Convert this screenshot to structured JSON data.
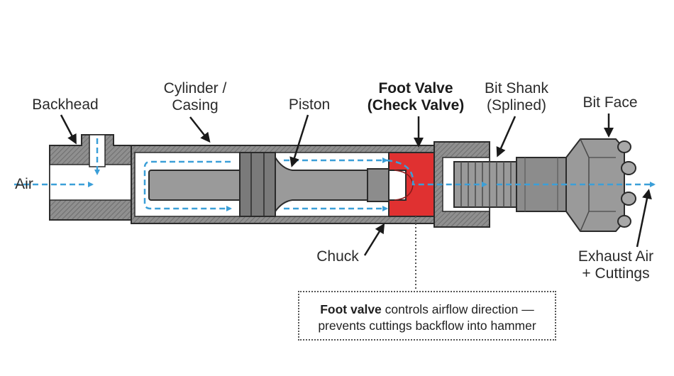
{
  "labels": {
    "air": "Air",
    "backhead": "Backhead",
    "cylinder_line1": "Cylinder /",
    "cylinder_line2": "Casing",
    "piston": "Piston",
    "foot_valve_line1": "Foot Valve",
    "foot_valve_line2": "(Check Valve)",
    "bit_shank_line1": "Bit Shank",
    "bit_shank_line2": "(Splined)",
    "bit_face": "Bit Face",
    "chuck": "Chuck",
    "exhaust_line1": "Exhaust Air",
    "exhaust_line2": "+ Cuttings"
  },
  "note": {
    "bold": "Foot valve",
    "line1_rest": " controls airflow direction —",
    "line2": "prevents cuttings backflow into hammer"
  },
  "colors": {
    "metal_dark": "#6b6b6b",
    "metal_light": "#a9a9a9",
    "metal_mid": "#8c8c8c",
    "outline": "#2b2b2b",
    "foot_valve": "#e03131",
    "air_flow": "#3b9fd8",
    "interior": "#ffffff"
  },
  "icons": [
    "air-flow-arrow-icon",
    "label-pointer-arrow-icon"
  ]
}
